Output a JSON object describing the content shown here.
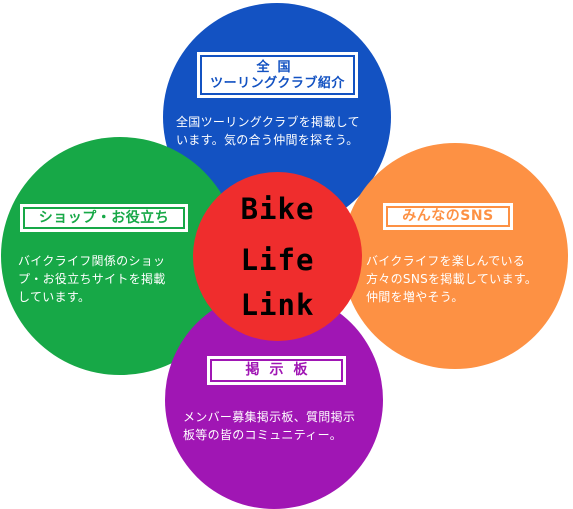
{
  "colors": {
    "tour": "#1352c2",
    "shop": "#17a847",
    "sns": "#fd9144",
    "board": "#a016b4",
    "center": "#ef2d2d"
  },
  "center": {
    "line1": "Bike",
    "line2": "Life",
    "line3": "Link"
  },
  "touring": {
    "title_line1": "全国",
    "title_line2": "ツーリングクラブ紹介",
    "desc_line1": "全国ツーリングクラブを掲載して",
    "desc_line2": "います。気の合う仲間を探そう。"
  },
  "shop": {
    "title": "ショップ・お役立ち",
    "desc_line1": "バイクライフ関係のショッ",
    "desc_line2": "プ・お役立ちサイトを掲載",
    "desc_line3": "しています。"
  },
  "sns": {
    "title": "みんなのSNS",
    "desc_line1": "バイクライフを楽しんでいる",
    "desc_line2": "方々のSNSを掲載しています。",
    "desc_line3": "仲間を増やそう。"
  },
  "board": {
    "title": "掲示板",
    "desc_line1": "メンバー募集掲示板、質問掲示",
    "desc_line2": "板等の皆のコミュニティー。"
  }
}
